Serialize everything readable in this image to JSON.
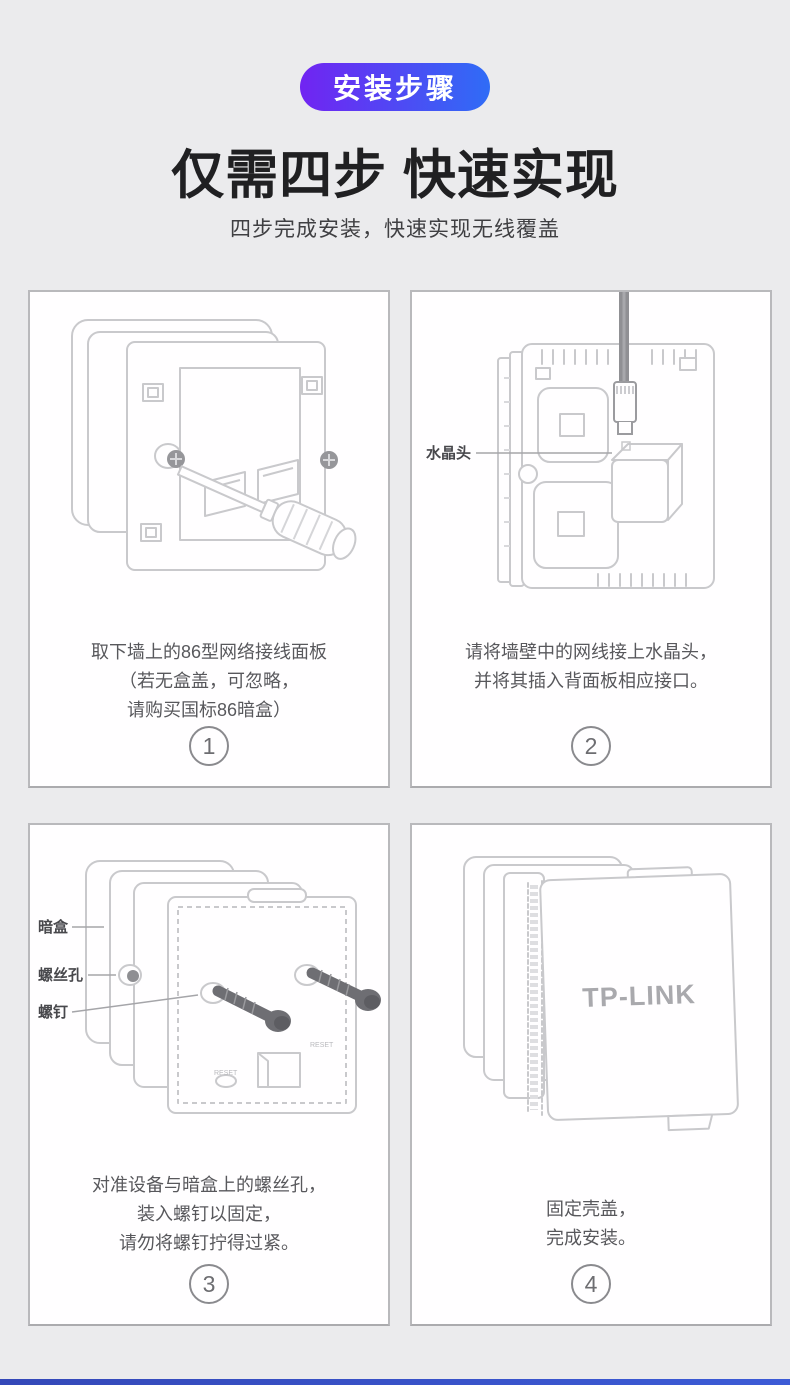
{
  "page": {
    "badge": "安装步骤",
    "title": "仅需四步 快速实现",
    "subtitle": "四步完成安装，快速实现无线覆盖"
  },
  "colors": {
    "background": "#ebebed",
    "badge_gradient_start": "#7124f2",
    "badge_gradient_end": "#2f6cf6",
    "panel_background": "#fffeff",
    "panel_border": "#b9b9bc",
    "line_art": "#c9c9cc",
    "dark_metal": "#6e6e73",
    "caption_text": "#58585c",
    "footer_bar": "#3a50c4"
  },
  "steps": [
    {
      "number": "1",
      "caption_lines": [
        "取下墙上的86型网络接线面板",
        "（若无盒盖，可忽略，",
        "请购买国标86暗盒）"
      ]
    },
    {
      "number": "2",
      "part_label": "水晶头",
      "caption_lines": [
        "请将墙壁中的网线接上水晶头，",
        "并将其插入背面板相应接口。"
      ]
    },
    {
      "number": "3",
      "part_labels": [
        "暗盒",
        "螺丝孔",
        "螺钉"
      ],
      "tiny_label": "RESET",
      "caption_lines": [
        "对准设备与暗盒上的螺丝孔，",
        "装入螺钉以固定，",
        "请勿将螺钉拧得过紧。"
      ]
    },
    {
      "number": "4",
      "device_logo": "TP-LINK",
      "caption_lines": [
        "固定壳盖，",
        "完成安装。"
      ]
    }
  ]
}
